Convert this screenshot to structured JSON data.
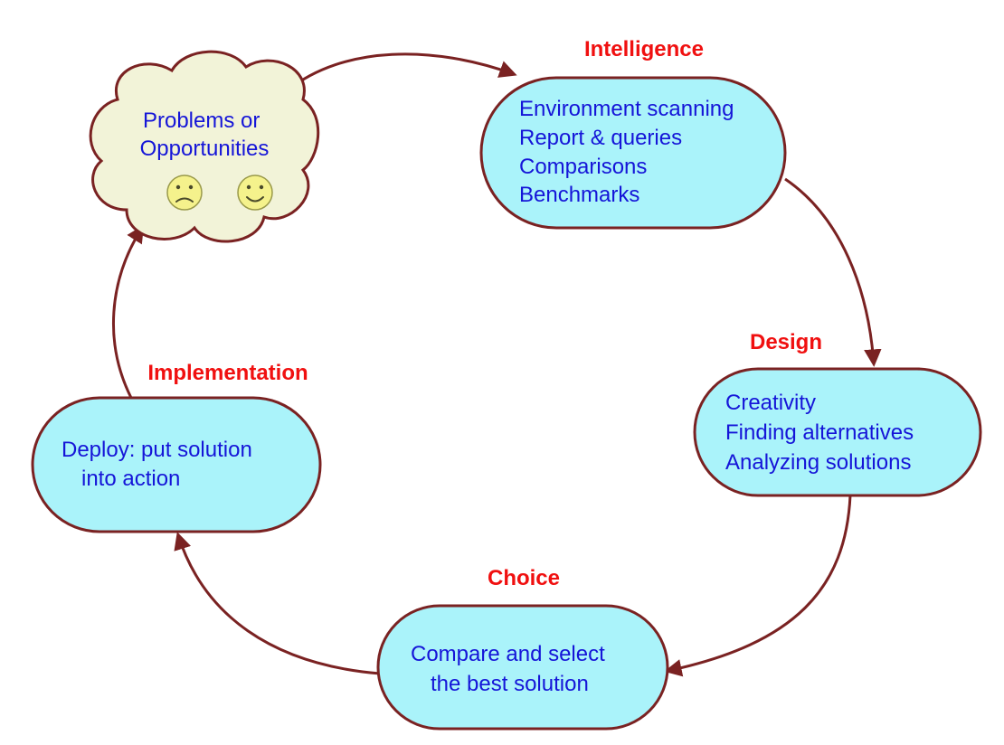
{
  "colors": {
    "stage_title": "#f01010",
    "node_text": "#1515d8",
    "node_fill": "#aaf3fa",
    "cloud_fill": "#f2f3d8",
    "outline": "#7a2222"
  },
  "start": {
    "lines": [
      "Problems or",
      "Opportunities"
    ],
    "icons": [
      "sad-face-icon",
      "happy-face-icon"
    ]
  },
  "stages": {
    "intelligence": {
      "title": "Intelligence",
      "lines": [
        "Environment scanning",
        "Report & queries",
        "Comparisons",
        "Benchmarks"
      ]
    },
    "design": {
      "title": "Design",
      "lines": [
        "Creativity",
        "Finding alternatives",
        "Analyzing solutions"
      ]
    },
    "choice": {
      "title": "Choice",
      "lines": [
        "Compare and select",
        "the best solution"
      ]
    },
    "implementation": {
      "title": "Implementation",
      "lines": [
        "Deploy: put solution",
        "into action"
      ]
    }
  }
}
